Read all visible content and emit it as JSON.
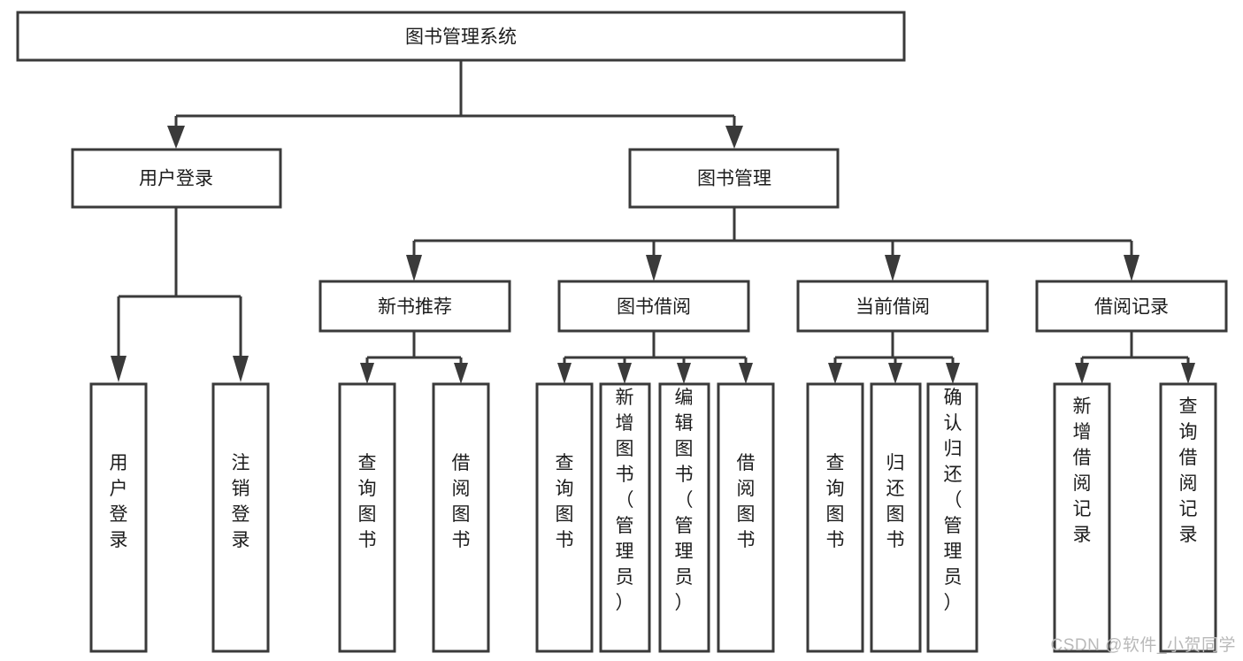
{
  "diagram": {
    "type": "tree-hierarchy",
    "title": "图书管理系统",
    "watermark": "CSDN @软件_小贺同学",
    "colors": {
      "stroke": "#3a3a3a",
      "fill": "#ffffff",
      "text": "#1c1c1c",
      "watermark": "#b9b9b9"
    },
    "levels": {
      "root": "图书管理系统",
      "level2": [
        "用户登录",
        "图书管理"
      ],
      "level3": [
        "新书推荐",
        "图书借阅",
        "当前借阅",
        "借阅记录"
      ]
    },
    "nodes": {
      "root": {
        "label": "图书管理系统"
      },
      "user_login": {
        "label": "用户登录"
      },
      "book_manage": {
        "label": "图书管理"
      },
      "new_book_rec": {
        "label": "新书推荐"
      },
      "book_borrow": {
        "label": "图书借阅"
      },
      "current_borrow": {
        "label": "当前借阅"
      },
      "borrow_record": {
        "label": "借阅记录"
      },
      "leaf_user_login": {
        "label": "用户登录"
      },
      "leaf_logout": {
        "label": "注销登录"
      },
      "leaf_query_book_1": {
        "label": "查询图书"
      },
      "leaf_borrow_book_1": {
        "label": "借阅图书"
      },
      "leaf_query_book_2": {
        "label": "查询图书"
      },
      "leaf_add_book": {
        "label": "新增图书（管理员）"
      },
      "leaf_edit_book": {
        "label": "编辑图书（管理员）"
      },
      "leaf_borrow_book_2": {
        "label": "借阅图书"
      },
      "leaf_query_book_3": {
        "label": "查询图书"
      },
      "leaf_return_book": {
        "label": "归还图书"
      },
      "leaf_confirm_return": {
        "label": "确认归还（管理员）"
      },
      "leaf_add_record": {
        "label": "新增借阅记录"
      },
      "leaf_query_record": {
        "label": "查询借阅记录"
      }
    },
    "edges": [
      {
        "from": "root",
        "to": "user_login"
      },
      {
        "from": "root",
        "to": "book_manage"
      },
      {
        "from": "user_login",
        "to": "leaf_user_login"
      },
      {
        "from": "user_login",
        "to": "leaf_logout"
      },
      {
        "from": "book_manage",
        "to": "new_book_rec"
      },
      {
        "from": "book_manage",
        "to": "book_borrow"
      },
      {
        "from": "book_manage",
        "to": "current_borrow"
      },
      {
        "from": "book_manage",
        "to": "borrow_record"
      },
      {
        "from": "new_book_rec",
        "to": "leaf_query_book_1"
      },
      {
        "from": "new_book_rec",
        "to": "leaf_borrow_book_1"
      },
      {
        "from": "book_borrow",
        "to": "leaf_query_book_2"
      },
      {
        "from": "book_borrow",
        "to": "leaf_add_book"
      },
      {
        "from": "book_borrow",
        "to": "leaf_edit_book"
      },
      {
        "from": "book_borrow",
        "to": "leaf_borrow_book_2"
      },
      {
        "from": "current_borrow",
        "to": "leaf_query_book_3"
      },
      {
        "from": "current_borrow",
        "to": "leaf_return_book"
      },
      {
        "from": "current_borrow",
        "to": "leaf_confirm_return"
      },
      {
        "from": "borrow_record",
        "to": "leaf_add_record"
      },
      {
        "from": "borrow_record",
        "to": "leaf_query_record"
      }
    ]
  }
}
